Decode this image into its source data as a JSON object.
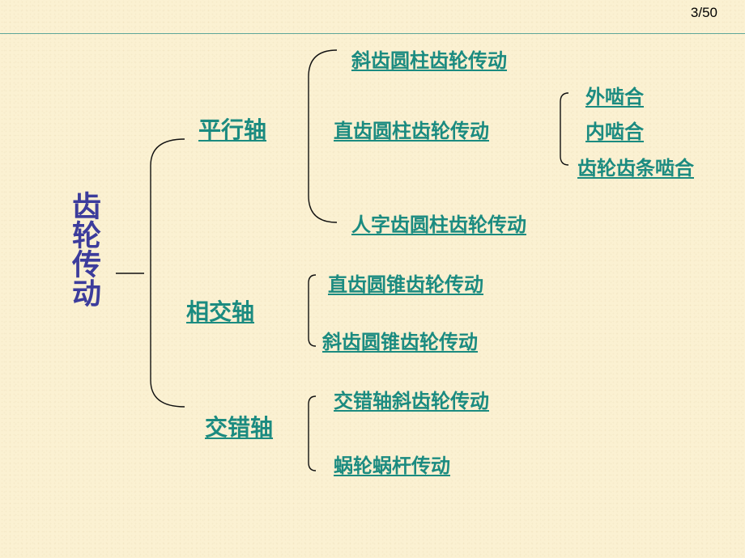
{
  "page_number": "3/50",
  "root_title": "齿轮传动",
  "branches": [
    {
      "label": "平行轴",
      "children": [
        {
          "label": "斜齿圆柱齿轮传动"
        },
        {
          "label": "直齿圆柱齿轮传动",
          "children": [
            {
              "label": "外啮合"
            },
            {
              "label": "内啮合"
            },
            {
              "label": "齿轮齿条啮合"
            }
          ]
        },
        {
          "label": "人字齿圆柱齿轮传动"
        }
      ]
    },
    {
      "label": "相交轴",
      "children": [
        {
          "label": "直齿圆锥齿轮传动"
        },
        {
          "label": "斜齿圆锥齿轮传动"
        }
      ]
    },
    {
      "label": "交错轴",
      "children": [
        {
          "label": "交错轴斜齿轮传动"
        },
        {
          "label": "蜗轮蜗杆传动"
        }
      ]
    }
  ],
  "colors": {
    "background": "#fbf1d2",
    "root_text": "#3c3c9c",
    "link_text": "#1b8b80",
    "rule": "#5fa79a"
  }
}
